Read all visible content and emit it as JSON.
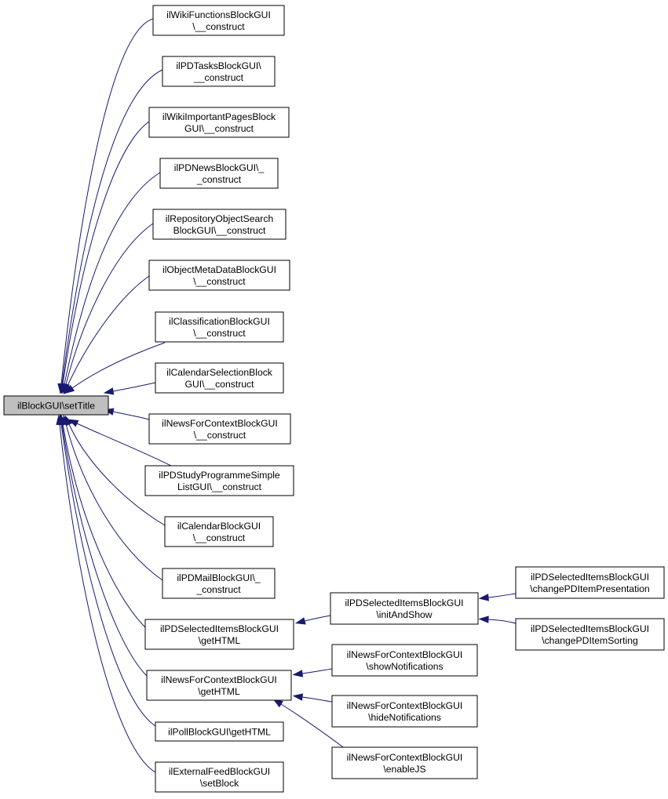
{
  "graph": {
    "nodes": [
      {
        "id": "root",
        "lines": [
          "ilBlockGUI\\setTitle"
        ]
      },
      {
        "id": "n1",
        "lines": [
          "ilWikiFunctionsBlockGUI",
          "\\__construct"
        ]
      },
      {
        "id": "n2",
        "lines": [
          "ilPDTasksBlockGUI\\",
          "__construct"
        ]
      },
      {
        "id": "n3",
        "lines": [
          "ilWikiImportantPagesBlock",
          "GUI\\__construct"
        ]
      },
      {
        "id": "n4",
        "lines": [
          "ilPDNewsBlockGUI\\_",
          "_construct"
        ]
      },
      {
        "id": "n5",
        "lines": [
          "ilRepositoryObjectSearch",
          "BlockGUI\\__construct"
        ]
      },
      {
        "id": "n6",
        "lines": [
          "ilObjectMetaDataBlockGUI",
          "\\__construct"
        ]
      },
      {
        "id": "n7",
        "lines": [
          "ilClassificationBlockGUI",
          "\\__construct"
        ]
      },
      {
        "id": "n8",
        "lines": [
          "ilCalendarSelectionBlock",
          "GUI\\__construct"
        ]
      },
      {
        "id": "n9",
        "lines": [
          "ilNewsForContextBlockGUI",
          "\\__construct"
        ]
      },
      {
        "id": "n10",
        "lines": [
          "ilPDStudyProgrammeSimple",
          "ListGUI\\__construct"
        ]
      },
      {
        "id": "n11",
        "lines": [
          "ilCalendarBlockGUI",
          "\\__construct"
        ]
      },
      {
        "id": "n12",
        "lines": [
          "ilPDMailBlockGUI\\_",
          "_construct"
        ]
      },
      {
        "id": "n13",
        "lines": [
          "ilPDSelectedItemsBlockGUI",
          "\\getHTML"
        ]
      },
      {
        "id": "n14",
        "lines": [
          "ilNewsForContextBlockGUI",
          "\\getHTML"
        ]
      },
      {
        "id": "n15",
        "lines": [
          "ilPollBlockGUI\\getHTML"
        ]
      },
      {
        "id": "n16",
        "lines": [
          "ilExternalFeedBlockGUI",
          "\\setBlock"
        ]
      },
      {
        "id": "n17",
        "lines": [
          "ilPDSelectedItemsBlockGUI",
          "\\initAndShow"
        ]
      },
      {
        "id": "n18",
        "lines": [
          "ilPDSelectedItemsBlockGUI",
          "\\changePDItemPresentation"
        ]
      },
      {
        "id": "n19",
        "lines": [
          "ilPDSelectedItemsBlockGUI",
          "\\changePDItemSorting"
        ]
      },
      {
        "id": "n20",
        "lines": [
          "ilNewsForContextBlockGUI",
          "\\showNotifications"
        ]
      },
      {
        "id": "n21",
        "lines": [
          "ilNewsForContextBlockGUI",
          "\\hideNotifications"
        ]
      },
      {
        "id": "n22",
        "lines": [
          "ilNewsForContextBlockGUI",
          "\\enableJS"
        ]
      }
    ],
    "edges": [
      {
        "from": "n1",
        "to": "root"
      },
      {
        "from": "n2",
        "to": "root"
      },
      {
        "from": "n3",
        "to": "root"
      },
      {
        "from": "n4",
        "to": "root"
      },
      {
        "from": "n5",
        "to": "root"
      },
      {
        "from": "n6",
        "to": "root"
      },
      {
        "from": "n7",
        "to": "root"
      },
      {
        "from": "n8",
        "to": "root"
      },
      {
        "from": "n9",
        "to": "root"
      },
      {
        "from": "n10",
        "to": "root"
      },
      {
        "from": "n11",
        "to": "root"
      },
      {
        "from": "n12",
        "to": "root"
      },
      {
        "from": "n13",
        "to": "root"
      },
      {
        "from": "n14",
        "to": "root"
      },
      {
        "from": "n15",
        "to": "root"
      },
      {
        "from": "n16",
        "to": "root"
      },
      {
        "from": "n17",
        "to": "n13"
      },
      {
        "from": "n18",
        "to": "n17"
      },
      {
        "from": "n19",
        "to": "n17"
      },
      {
        "from": "n20",
        "to": "n14"
      },
      {
        "from": "n21",
        "to": "n14"
      },
      {
        "from": "n22",
        "to": "n14"
      }
    ],
    "colors": {
      "edge": "#191970",
      "root_fill": "#bfbfbf",
      "node_fill": "#ffffff",
      "node_border": "#000000"
    }
  }
}
